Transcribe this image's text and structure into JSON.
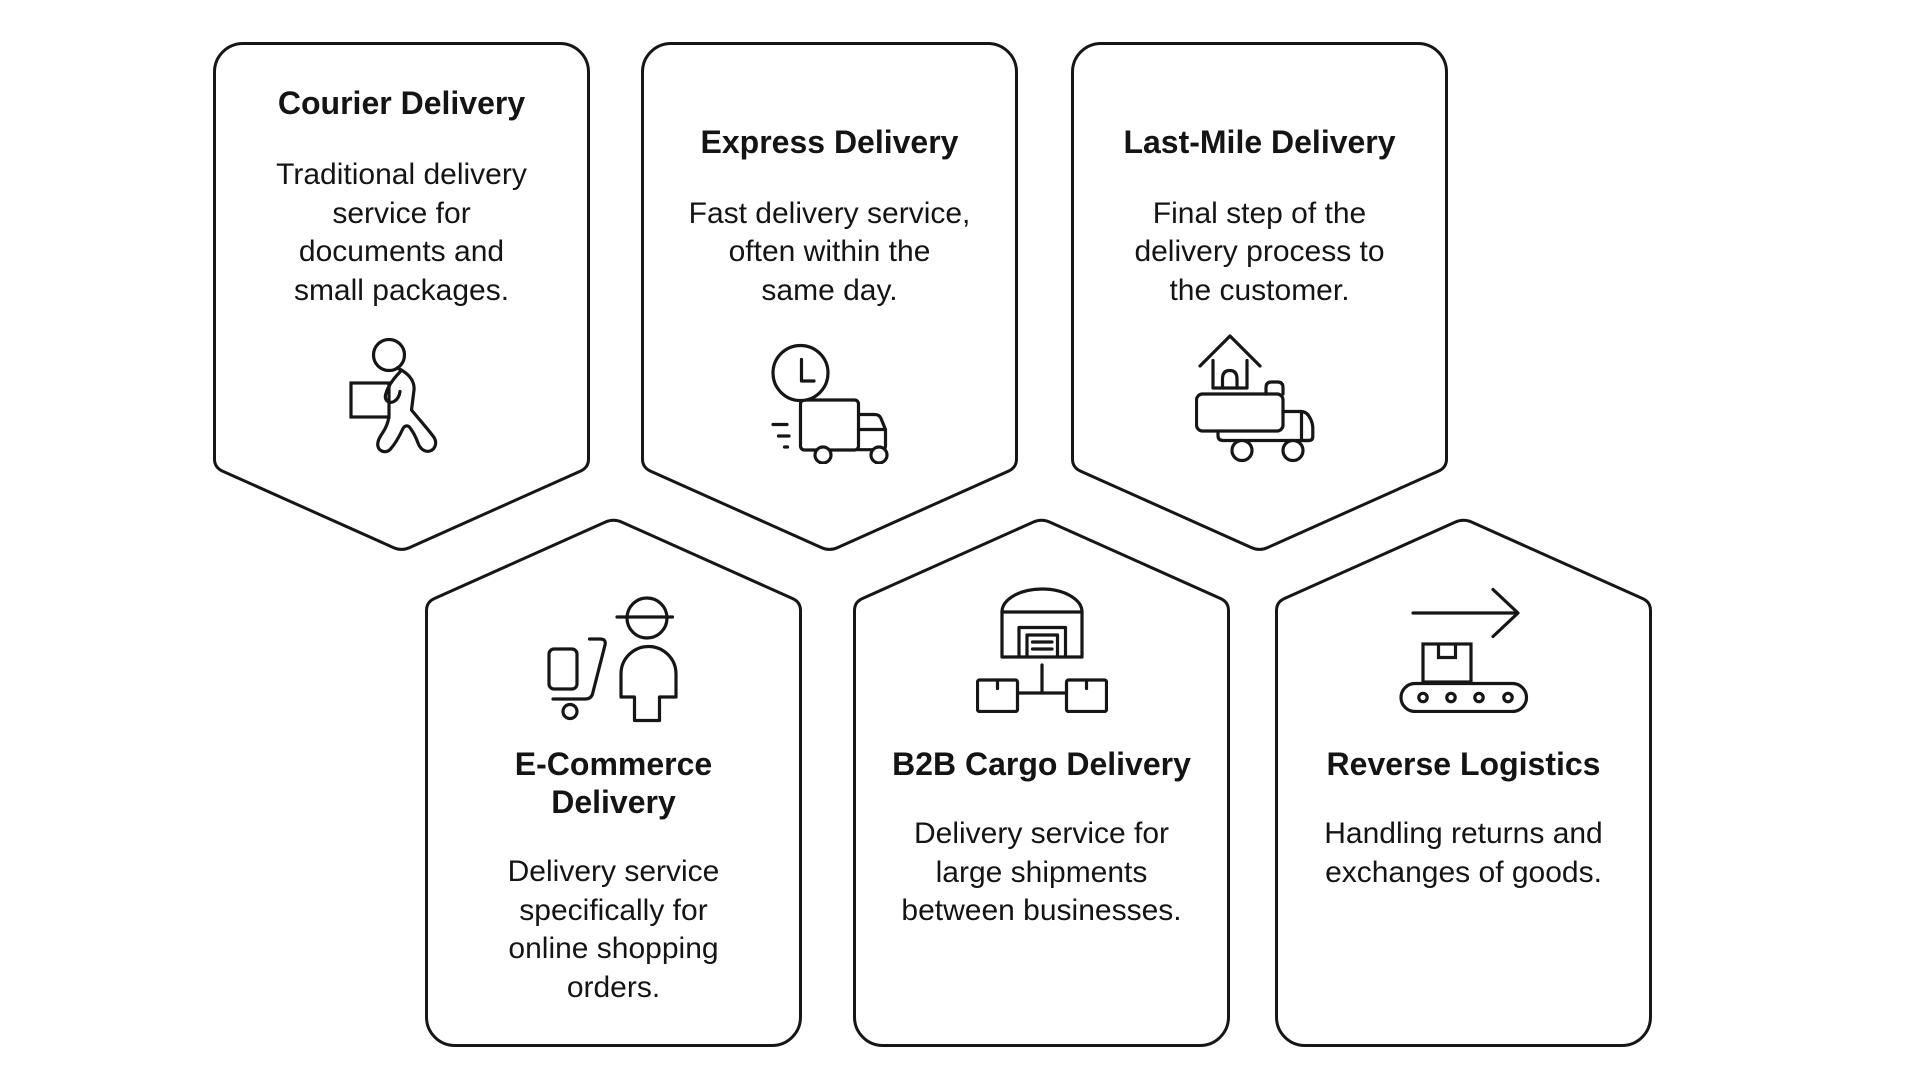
{
  "diagram": {
    "background_color": "#ffffff",
    "ink_color": "#161616",
    "cards": [
      {
        "id": "courier-delivery",
        "row": "top",
        "title": "Courier Delivery",
        "title_lines": [
          "Courier Delivery"
        ],
        "description": "Traditional delivery service for documents and small packages.",
        "description_lines": [
          "Traditional delivery",
          "service for",
          "documents and",
          "small packages."
        ],
        "icon": "courier-carrying-box-icon"
      },
      {
        "id": "express-delivery",
        "row": "top",
        "title": "Express Delivery",
        "title_lines": [
          "Express Delivery"
        ],
        "description": "Fast delivery service, often within the same day.",
        "description_lines": [
          "Fast delivery service,",
          "often within the",
          "same day."
        ],
        "icon": "truck-with-clock-icon"
      },
      {
        "id": "last-mile-delivery",
        "row": "top",
        "title": "Last-Mile Delivery",
        "title_lines": [
          "Last-Mile Delivery"
        ],
        "description": "Final step of the delivery process to the customer.",
        "description_lines": [
          "Final step of the",
          "delivery process to",
          "the customer."
        ],
        "icon": "truck-with-house-icon"
      },
      {
        "id": "e-commerce-delivery",
        "row": "bottom",
        "title": "E-Commerce Delivery",
        "title_lines": [
          "E-Commerce",
          "Delivery"
        ],
        "description": "Delivery service specifically for online shopping orders.",
        "description_lines": [
          "Delivery service",
          "specifically for",
          "online shopping",
          "orders."
        ],
        "icon": "courier-with-handtruck-icon"
      },
      {
        "id": "b2b-cargo-delivery",
        "row": "bottom",
        "title": "B2B Cargo Delivery",
        "title_lines": [
          "B2B Cargo Delivery"
        ],
        "description": "Delivery service for large shipments between businesses.",
        "description_lines": [
          "Delivery service for",
          "large shipments",
          "between businesses."
        ],
        "icon": "warehouse-distribution-icon"
      },
      {
        "id": "reverse-logistics",
        "row": "bottom",
        "title": "Reverse Logistics",
        "title_lines": [
          "Reverse Logistics"
        ],
        "description": "Handling returns and exchanges of goods.",
        "description_lines": [
          "Handling returns and",
          "exchanges of goods."
        ],
        "icon": "conveyor-belt-return-icon"
      }
    ]
  }
}
